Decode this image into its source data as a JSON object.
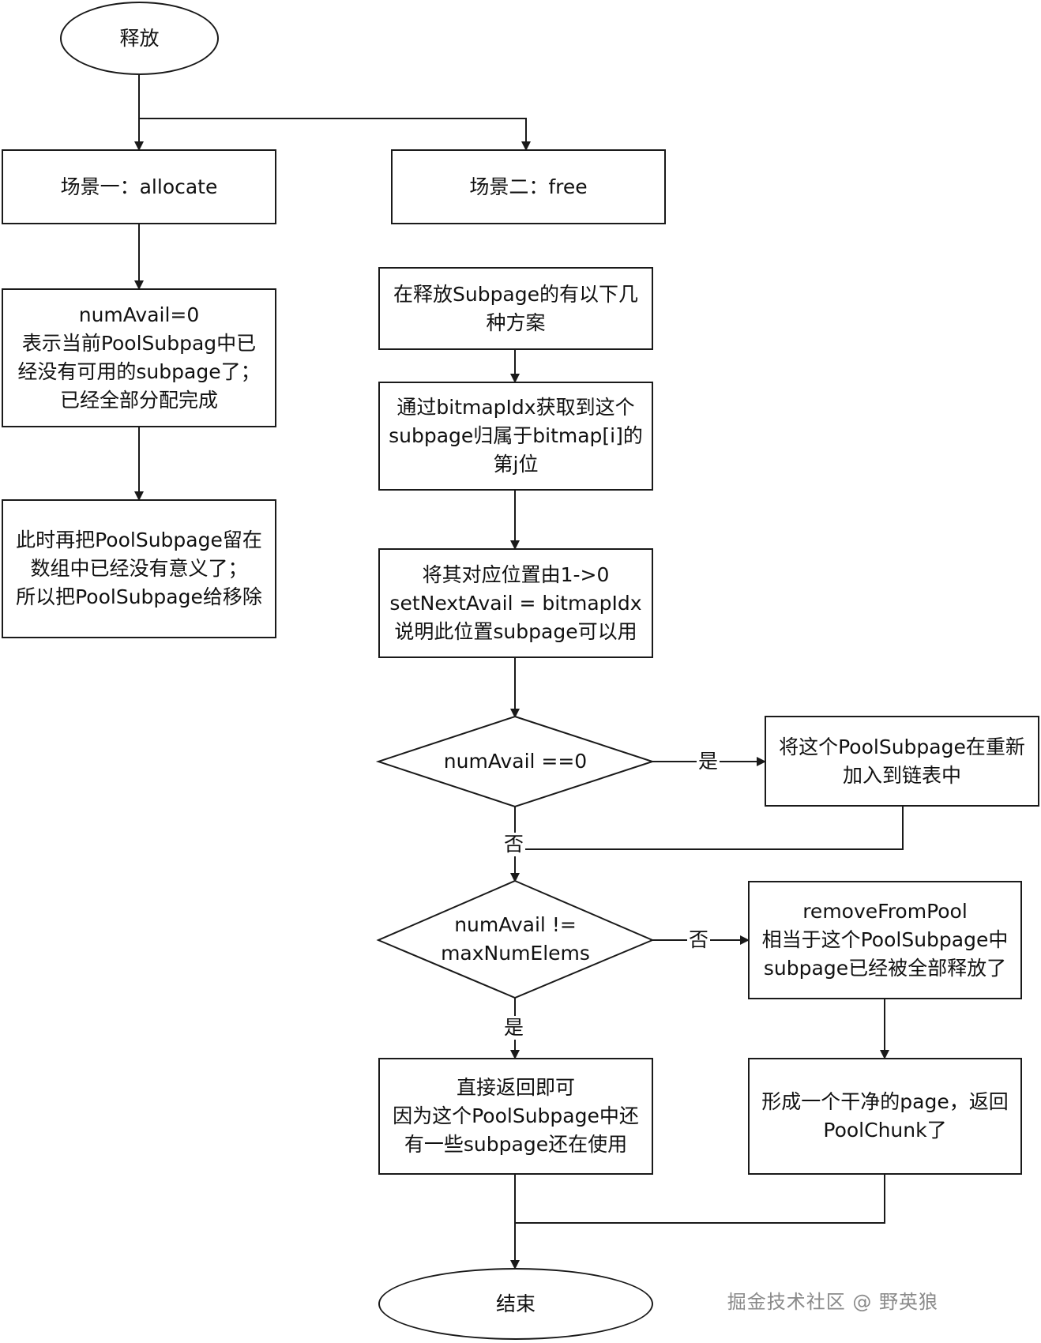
{
  "nodes": {
    "start": "释放",
    "scenario1": "场景一：allocate",
    "scenario2": "场景二：free",
    "alloc_empty": [
      "numAvail=0",
      "表示当前PoolSubpag中已",
      "经没有可用的subpage了；",
      "已经全部分配完成"
    ],
    "alloc_remove": [
      "此时再把PoolSubpage留在",
      "数组中已经没有意义了；",
      "所以把PoolSubpage给移除"
    ],
    "free_options": [
      "在释放Subpage的有以下几",
      "种方案"
    ],
    "free_locate": [
      "通过bitmapIdx获取到这个",
      "subpage归属于bitmap[i]的",
      "第j位"
    ],
    "free_set": [
      "将其对应位置由1->0",
      "setNextAvail = bitmapIdx",
      "说明此位置subpage可以用"
    ],
    "decision1": "numAvail ==0",
    "readd": [
      "将这个PoolSubpage在重新",
      "加入到链表中"
    ],
    "decision2": [
      "numAvail !=",
      "maxNumElems"
    ],
    "remove_from_pool": [
      "removeFromPool",
      "相当于这个PoolSubpage中",
      "subpage已经被全部释放了"
    ],
    "return_direct": [
      "直接返回即可",
      "因为这个PoolSubpage中还",
      "有一些subpage还在使用"
    ],
    "clean_page": [
      "形成一个干净的page，返回",
      "PoolChunk了"
    ],
    "end": "结束"
  },
  "edge_labels": {
    "d1_yes": "是",
    "d1_no": "否",
    "d2_no": "否",
    "d2_yes": "是"
  },
  "watermark": "掘金技术社区 @ 野英狼",
  "colors": {
    "stroke": "#1a1a1a",
    "background": "#ffffff",
    "watermark": "#8a8a8a"
  }
}
